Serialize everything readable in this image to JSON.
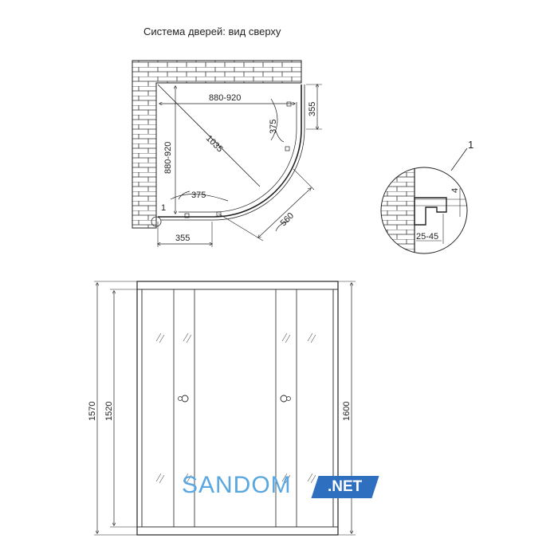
{
  "title": "Система дверей: вид сверху",
  "top_view": {
    "width": "880-920",
    "depth": "880-920",
    "diagonal": "1035",
    "side_right": "355",
    "side_bottom": "355",
    "arc_right": "375",
    "arc_bottom": "375",
    "door_opening": "560",
    "profile_ref": "1"
  },
  "detail": {
    "callout": "1",
    "gap": "4",
    "range": "25-45"
  },
  "front_view": {
    "height_outer": "1570",
    "height_inner": "1520",
    "height_total": "1600"
  },
  "watermark": {
    "text": "SANDOM",
    "badge": ".NET"
  }
}
